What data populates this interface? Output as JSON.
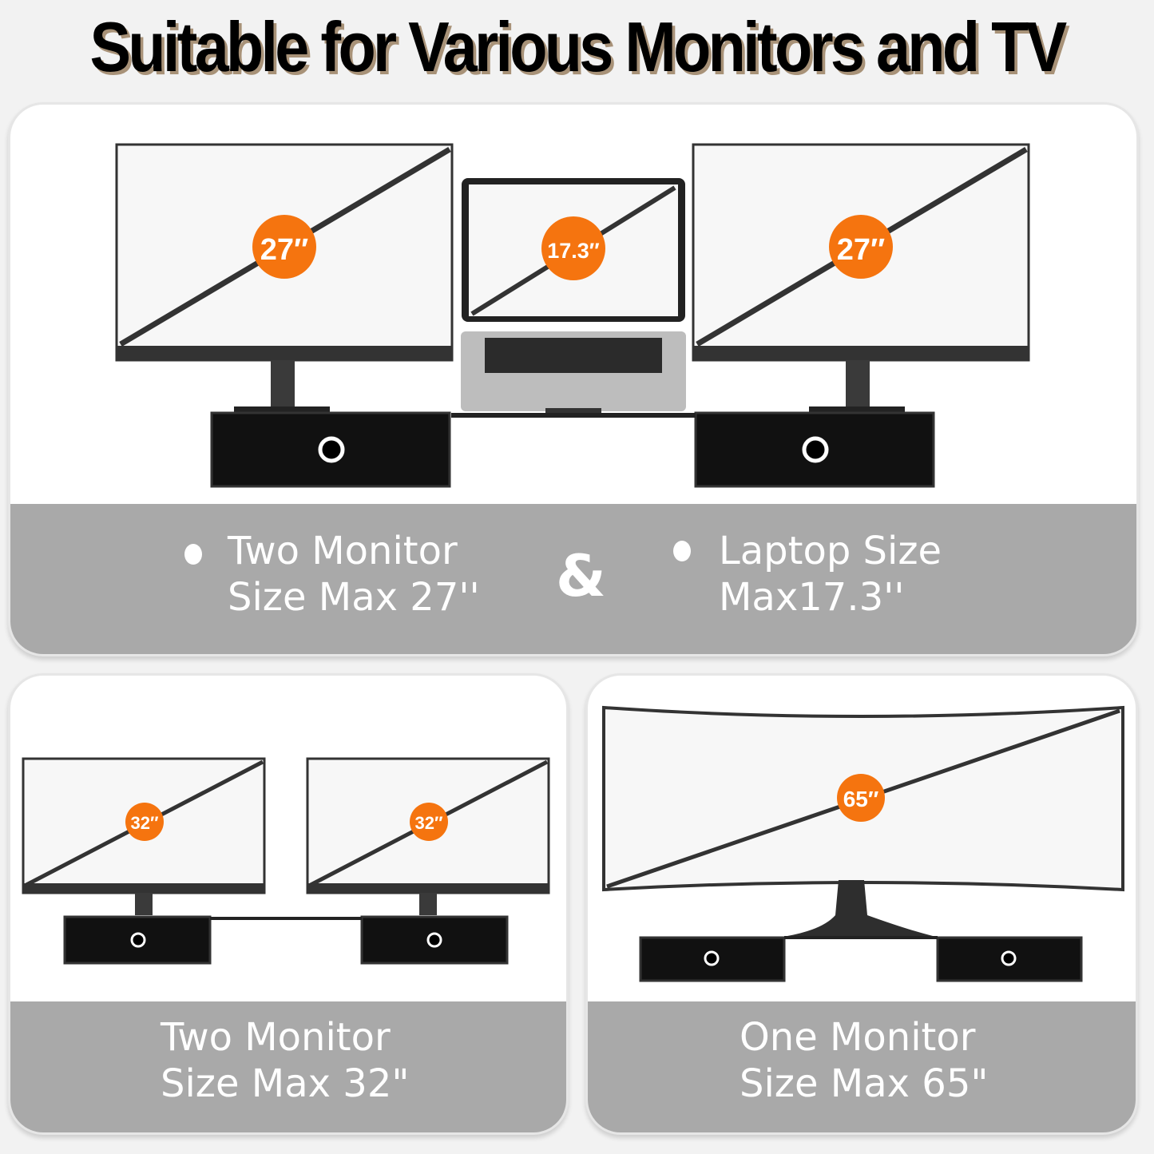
{
  "title": "Suitable for Various Monitors and TV",
  "colors": {
    "background": "#f2f2f2",
    "card": "#ffffff",
    "band": "#a9a9a9",
    "badge": "#f5740f",
    "title_shadow": "#a89278",
    "bezel": "#333333"
  },
  "top_card": {
    "badges": [
      "27″",
      "17.3″",
      "27″"
    ],
    "left_text": {
      "line1": "Two Monitor",
      "line2": "Size Max 27''"
    },
    "ampersand": "&",
    "right_text": {
      "line1": "Laptop Size",
      "line2": "Max17.3''"
    }
  },
  "bottom_left_card": {
    "badges": [
      "32″",
      "32″"
    ],
    "text": {
      "line1": "Two Monitor",
      "line2": "Size Max 32\""
    }
  },
  "bottom_right_card": {
    "badges": [
      "65″"
    ],
    "text": {
      "line1": "One Monitor",
      "line2": "Size Max 65\""
    }
  }
}
